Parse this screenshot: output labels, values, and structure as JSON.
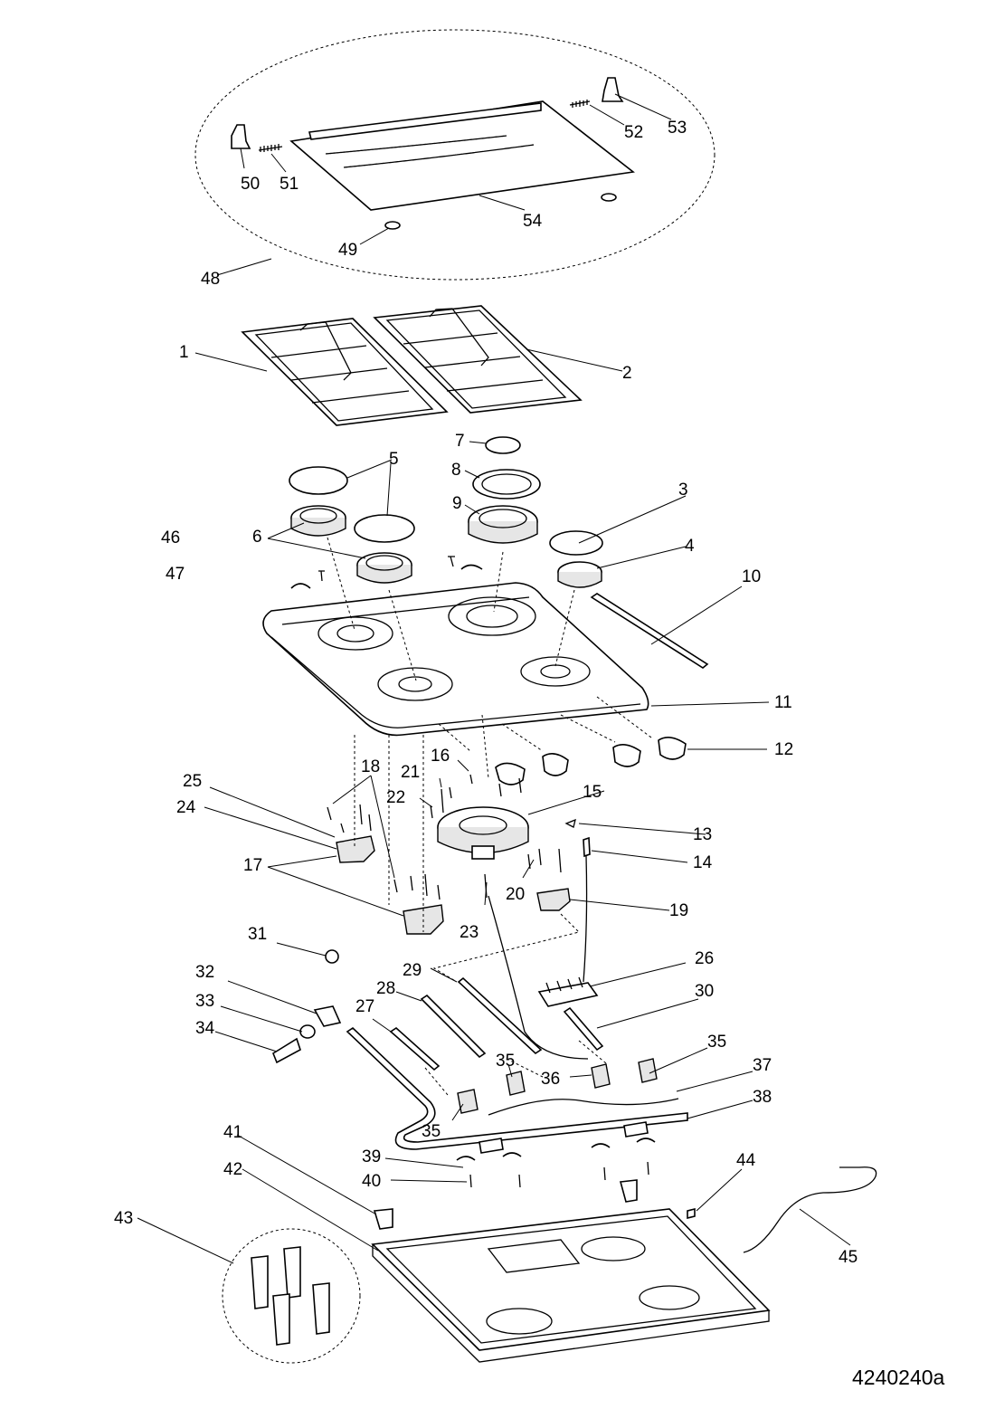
{
  "document_code": "4240240a",
  "callouts": [
    "1",
    "2",
    "3",
    "4",
    "5",
    "6",
    "7",
    "8",
    "9",
    "10",
    "11",
    "12",
    "13",
    "14",
    "15",
    "16",
    "17",
    "18",
    "19",
    "20",
    "21",
    "22",
    "23",
    "24",
    "25",
    "26",
    "27",
    "28",
    "29",
    "30",
    "31",
    "32",
    "33",
    "34",
    "35",
    "36",
    "37",
    "38",
    "39",
    "40",
    "41",
    "42",
    "43",
    "44",
    "45",
    "46",
    "47",
    "48",
    "49",
    "50",
    "51",
    "52",
    "53",
    "54"
  ],
  "callout_35_extra": [
    "35",
    "35"
  ],
  "callout_5_extra": "5",
  "callout_6_extra": "6"
}
